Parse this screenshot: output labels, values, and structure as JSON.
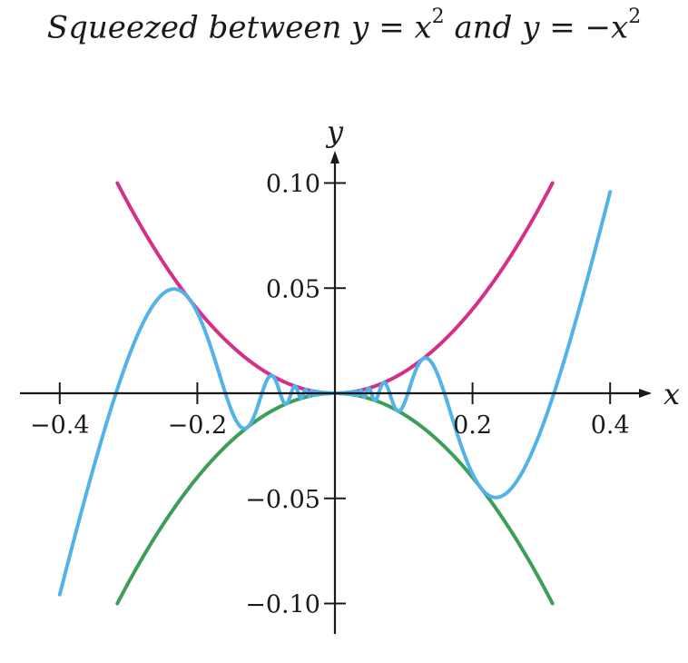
{
  "title": {
    "prefix": "Squeezed between y = x",
    "exp1": "2",
    "middle": " and y = −x",
    "exp2": "2"
  },
  "colors": {
    "axis": "#1a1a1a",
    "upper": "#d62f8a",
    "lower": "#3d9e58",
    "squeezed": "#52b2ea"
  },
  "chart_data": {
    "type": "line",
    "title": "Squeezed between y = x^2 and y = −x^2",
    "xlabel": "x",
    "ylabel": "y",
    "xlim": [
      -0.5,
      0.5
    ],
    "ylim": [
      -0.115,
      0.125
    ],
    "xticks": [
      -0.4,
      -0.2,
      0.2,
      0.4
    ],
    "xtick_labels": [
      "−0.4",
      "−0.2",
      "0.2",
      "0.4"
    ],
    "yticks": [
      0.1,
      0.05,
      -0.05,
      -0.1
    ],
    "ytick_labels": [
      "0.10",
      "0.05",
      "−0.05",
      "−0.10"
    ],
    "grid": false,
    "series": [
      {
        "key": "upper",
        "formula": "y = x^2",
        "x_range": [
          -0.3162,
          0.3162
        ],
        "color": "#d62f8a"
      },
      {
        "key": "lower",
        "formula": "y = -x^2",
        "x_range": [
          -0.3162,
          0.3162
        ],
        "color": "#3d9e58"
      },
      {
        "key": "squeezed",
        "formula": "y = x^2 sin(1/x)",
        "x_range": [
          -0.4,
          0.4
        ],
        "color": "#52b2ea"
      }
    ]
  }
}
